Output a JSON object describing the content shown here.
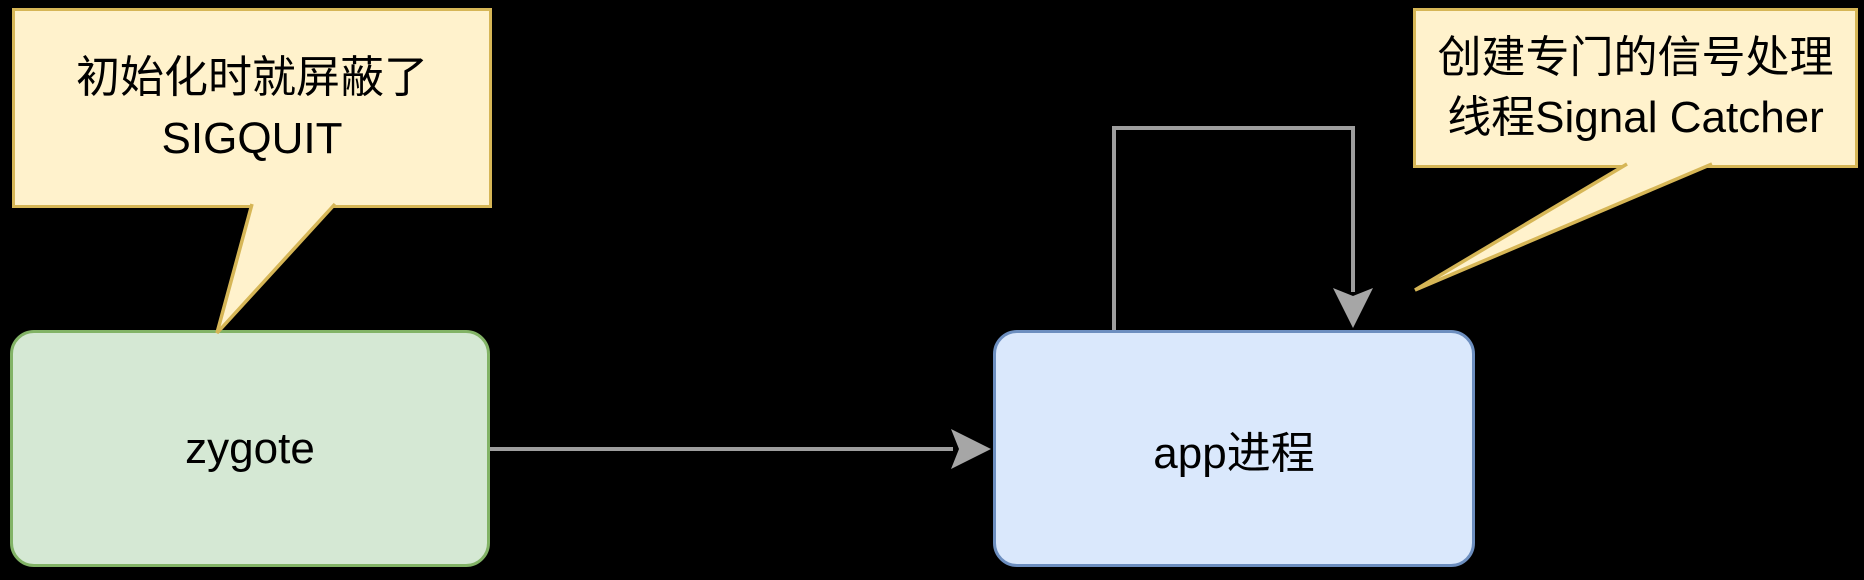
{
  "diagram": {
    "callouts": {
      "left": {
        "line1": "初始化时就屏蔽了",
        "line2": "SIGQUIT"
      },
      "right": {
        "line1": "创建专门的信号处理",
        "line2": "线程Signal Catcher"
      }
    },
    "nodes": {
      "zygote": {
        "label": "zygote"
      },
      "app": {
        "label": "app进程"
      }
    },
    "colors": {
      "background": "#000000",
      "callout_fill": "#FFF2CC",
      "callout_border": "#D6B656",
      "zygote_fill": "#D5E8D4",
      "zygote_border": "#82B366",
      "app_fill": "#DAE8FC",
      "app_border": "#6C8EBF",
      "arrow_line": "#9E9E9E",
      "arrowhead_fill": "#A6A6A6",
      "text": "#000000"
    }
  }
}
